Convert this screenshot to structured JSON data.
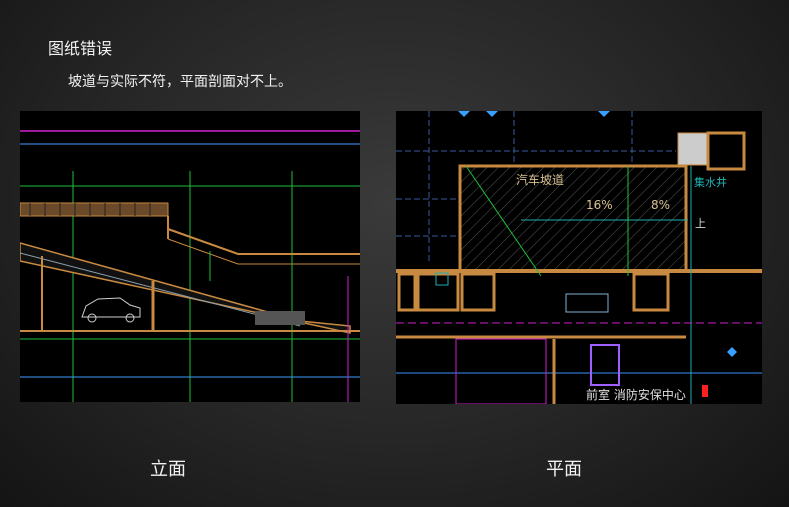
{
  "slide": {
    "title": "图纸错误",
    "subtitle": "坡道与实际不符，平面剖面对不上。"
  },
  "figures": [
    {
      "caption": "立面"
    },
    {
      "caption": "平面",
      "labels": {
        "ramp": "汽车坡道",
        "slope1": "16%",
        "slope2": "8%",
        "up": "上",
        "sump": "集水井",
        "room": "前室 消防安保中心"
      }
    }
  ]
}
